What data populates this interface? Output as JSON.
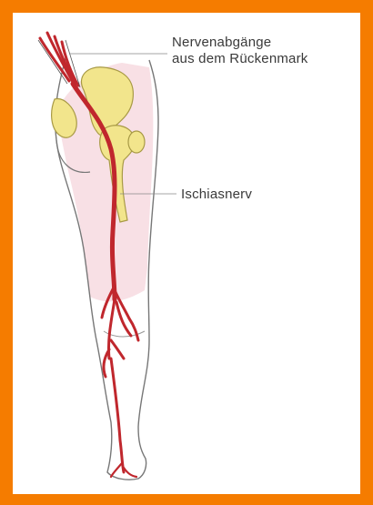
{
  "labels": {
    "nerve_origins_line1": "Nervenabgänge",
    "nerve_origins_line2": "aus dem Rückenmark",
    "sciatic_nerve": "Ischiasnerv"
  },
  "colors": {
    "frame": "#f57c00",
    "background": "#ffffff",
    "bone": "#f2e58c",
    "nerve": "#c0272d",
    "skin_shade": "#f7dbe1",
    "outline": "#777777",
    "text": "#3a3a3a"
  }
}
